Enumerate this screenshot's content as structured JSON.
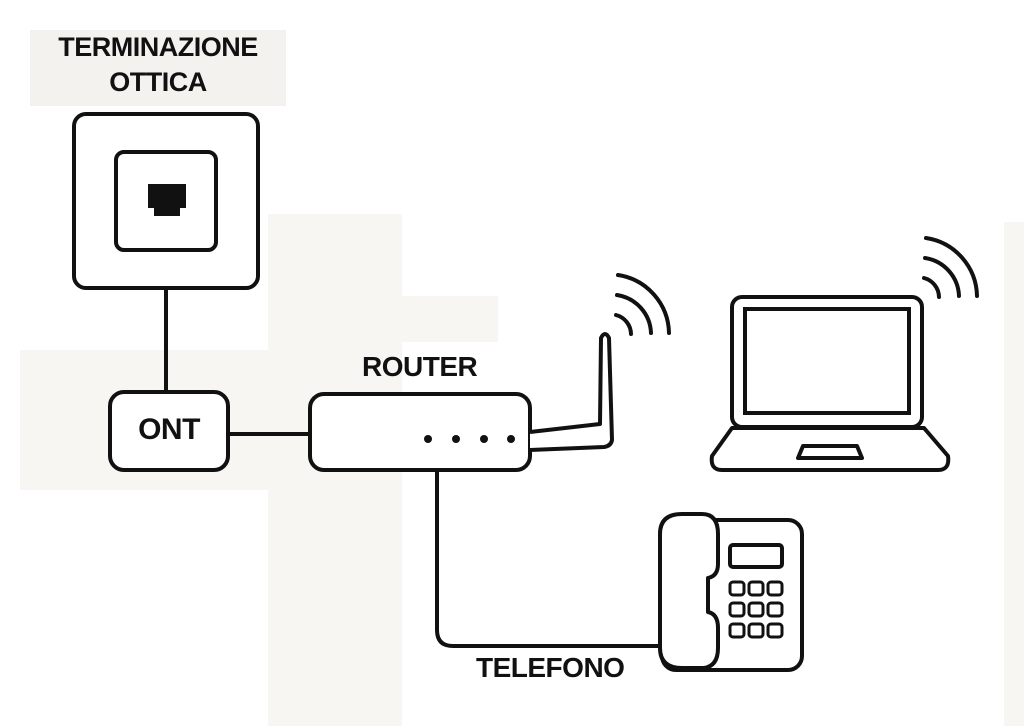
{
  "labels": {
    "termination_line1": "TERMINAZIONE",
    "termination_line2": "OTTICA",
    "ont": "ONT",
    "router": "ROUTER",
    "telefono": "TELEFONO"
  },
  "icons": {
    "socket": "ethernet-port-icon",
    "wifi": "wifi-signal-icon",
    "laptop": "laptop-icon",
    "phone": "desk-phone-icon"
  },
  "colors": {
    "stroke": "#111111",
    "background": "#ffffff",
    "label_background": "#f4f2ee"
  }
}
